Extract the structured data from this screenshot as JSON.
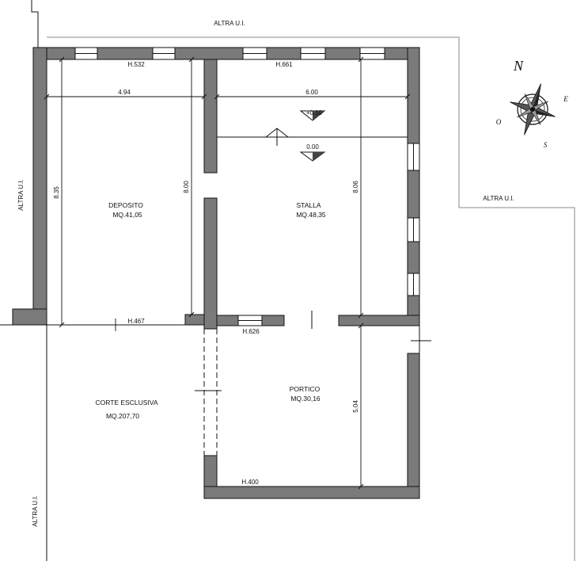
{
  "neighbors": {
    "top": "ALTRA U.I.",
    "left": "ALTRA U.I.",
    "right": "ALTRA U.I.",
    "bottom_left": "ALTRA U.I."
  },
  "rooms": {
    "deposito": {
      "name": "DEPOSITO",
      "area": "MQ.41,05"
    },
    "stalla": {
      "name": "STALLA",
      "area": "MQ.48,35"
    },
    "portico": {
      "name": "PORTICO",
      "area": "MQ.30,16"
    },
    "corte": {
      "name": "CORTE ESCLUSIVA",
      "area": "MQ.207,70"
    }
  },
  "heights": {
    "deposito_top": "H.532",
    "stalla_top": "H.661",
    "deposito_bottom": "H.467",
    "stalla_bottom": "H.626",
    "portico_bottom": "H.400"
  },
  "dimensions": {
    "deposito_width": "4.94",
    "stalla_width": "6.00",
    "deposito_height_outer": "8.35",
    "deposito_height_inner": "8.00",
    "stalla_height": "8.06",
    "portico_height": "5.04"
  },
  "levels": {
    "upper": "+0.10",
    "lower": "0.00"
  },
  "compass": {
    "north": "N",
    "east": "E",
    "south": "S",
    "west": "O"
  }
}
